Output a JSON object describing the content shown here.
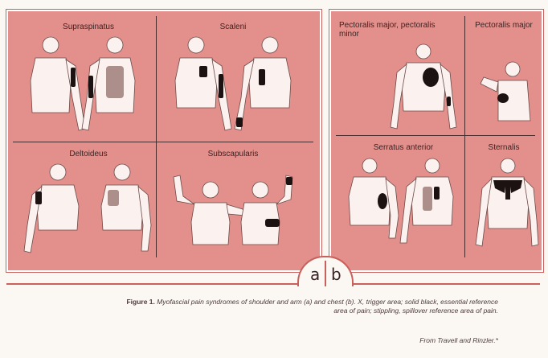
{
  "panels": {
    "a": {
      "letter": "a",
      "labels": [
        "Supraspinatus",
        "Scaleni",
        "Deltoideus",
        "Subscapularis"
      ]
    },
    "b": {
      "letter": "b",
      "labels": [
        "Pectoralis major, pectoralis minor",
        "Pectoralis major",
        "Serratus anterior",
        "Sternalis"
      ]
    }
  },
  "caption": {
    "figure": "Figure 1.",
    "text": "Myofascial pain syndromes of shoulder and arm (a) and chest (b). X, trigger area; solid black, essential reference area of pain; stippling, spillover reference area of pain.",
    "source": "From Travell and Rinzler.*"
  },
  "colors": {
    "panel": "#e3908c",
    "border": "#c9605c",
    "ink": "#1d1212"
  }
}
